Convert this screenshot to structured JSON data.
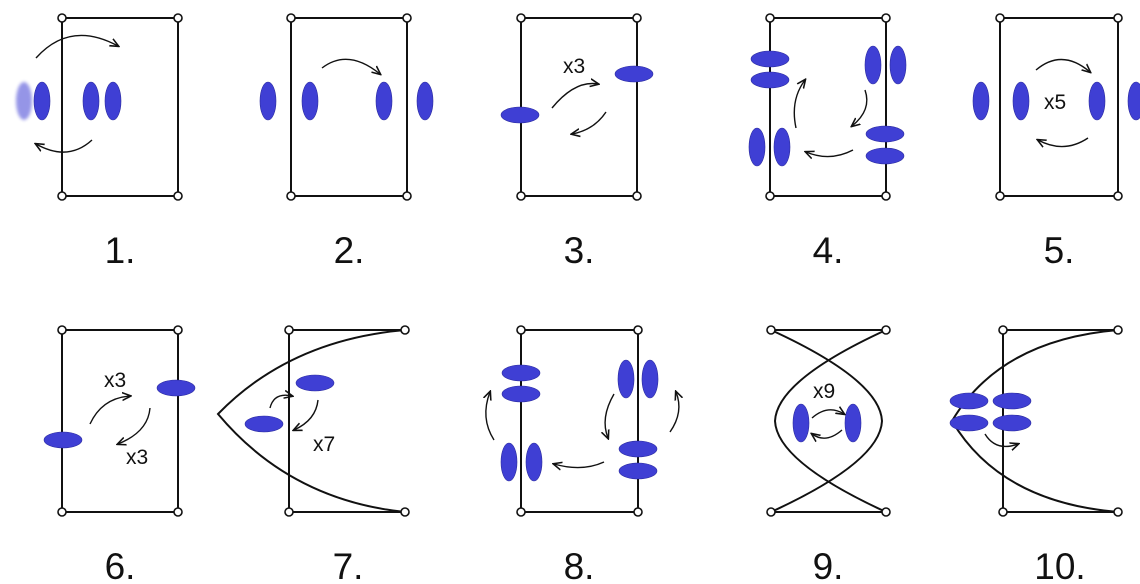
{
  "panels": [
    {
      "label": "1.",
      "multipliers": []
    },
    {
      "label": "2.",
      "multipliers": []
    },
    {
      "label": "3.",
      "multipliers": [
        "x3"
      ]
    },
    {
      "label": "4.",
      "multipliers": []
    },
    {
      "label": "5.",
      "multipliers": [
        "x5"
      ]
    },
    {
      "label": "6.",
      "multipliers": [
        "x3",
        "x3"
      ]
    },
    {
      "label": "7.",
      "multipliers": [
        "x7"
      ]
    },
    {
      "label": "8.",
      "multipliers": []
    },
    {
      "label": "9.",
      "multipliers": [
        "x9"
      ]
    },
    {
      "label": "10.",
      "multipliers": []
    }
  ],
  "colors": {
    "blob": "#3f3fd4",
    "line": "#111111",
    "background": "#ffffff"
  }
}
